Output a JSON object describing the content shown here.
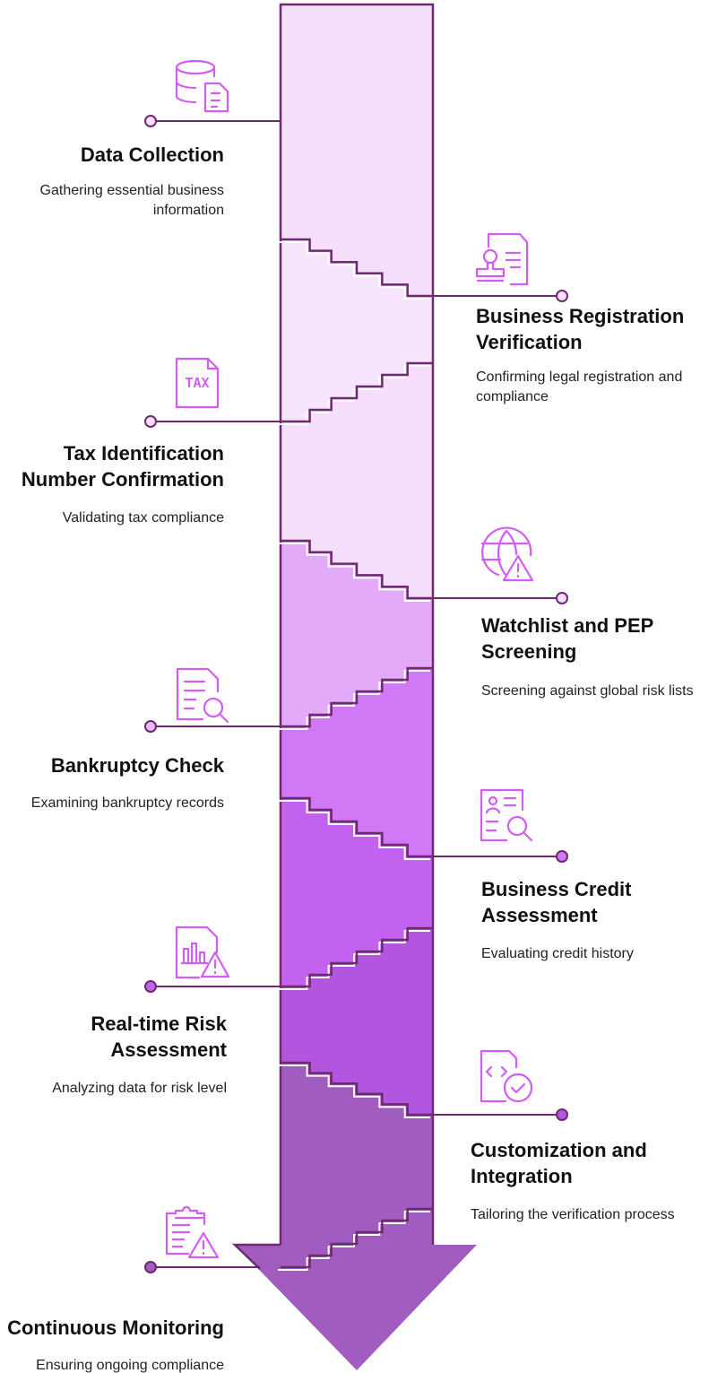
{
  "colors": {
    "outline": "#6e2a6e",
    "icon": "#d35cf5",
    "segments": [
      "#f5dffc",
      "#f7e4fd",
      "#f5dffc",
      "#e2aaf8",
      "#d178f6",
      "#c362ee",
      "#b256df",
      "#a05cbf"
    ]
  },
  "steps": [
    {
      "title_lines": [
        "Data Collection"
      ],
      "desc_lines": [
        "Gathering essential business",
        "information"
      ],
      "icon": "database-document-icon",
      "side": "left"
    },
    {
      "title_lines": [
        "Business Registration",
        "Verification"
      ],
      "desc_lines": [
        "Confirming legal registration and",
        "compliance"
      ],
      "icon": "stamp-document-icon",
      "side": "right"
    },
    {
      "title_lines": [
        "Tax Identification",
        "Number Confirmation"
      ],
      "desc_lines": [
        "Validating tax compliance"
      ],
      "icon": "tax-document-icon",
      "side": "left"
    },
    {
      "title_lines": [
        "Watchlist and PEP",
        "Screening"
      ],
      "desc_lines": [
        "Screening against global risk lists"
      ],
      "icon": "globe-warning-icon",
      "side": "right"
    },
    {
      "title_lines": [
        "Bankruptcy Check"
      ],
      "desc_lines": [
        "Examining bankruptcy records"
      ],
      "icon": "document-search-icon",
      "side": "left"
    },
    {
      "title_lines": [
        "Business Credit",
        "Assessment"
      ],
      "desc_lines": [
        "Evaluating credit history"
      ],
      "icon": "profile-search-icon",
      "side": "right"
    },
    {
      "title_lines": [
        "Real-time Risk",
        "Assessment"
      ],
      "desc_lines": [
        "Analyzing data for risk level"
      ],
      "icon": "chart-warning-icon",
      "side": "left"
    },
    {
      "title_lines": [
        "Customization and",
        "Integration"
      ],
      "desc_lines": [
        "Tailoring the verification process"
      ],
      "icon": "code-check-icon",
      "side": "right"
    },
    {
      "title_lines": [
        "Continuous Monitoring"
      ],
      "desc_lines": [
        "Ensuring ongoing compliance"
      ],
      "icon": "clipboard-warning-icon",
      "side": "left"
    }
  ]
}
